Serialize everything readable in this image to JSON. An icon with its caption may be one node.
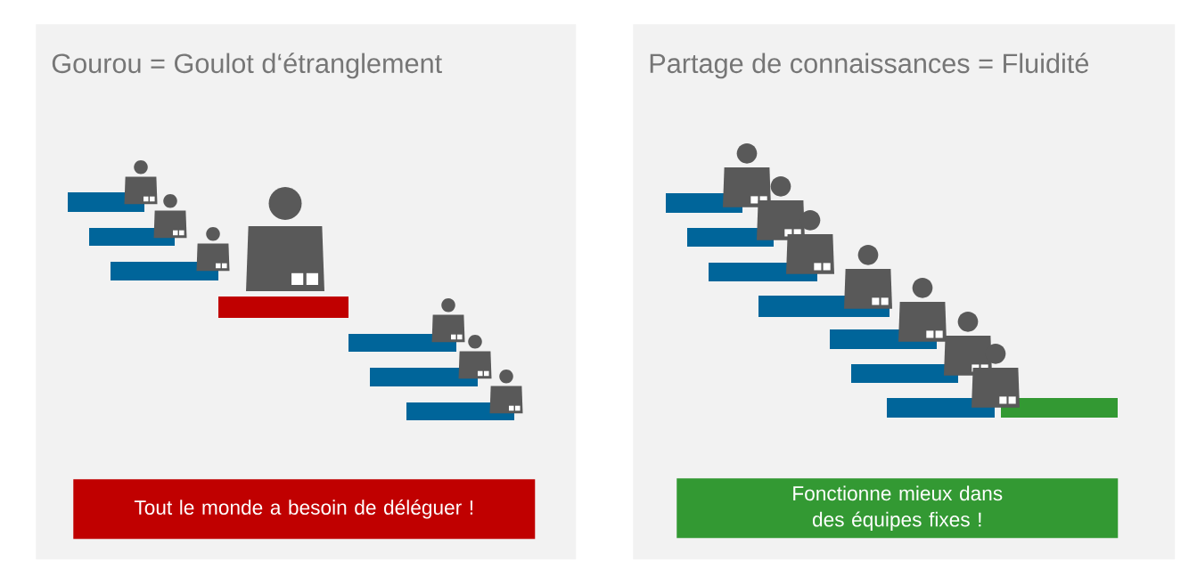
{
  "diagram": {
    "nodes": [
      {
        "text": [
          "Gourou = Goulot d‘étranglement"
        ]
      },
      {
        "text": [
          "Tout le monde a besoin de déléguer !"
        ],
        "in": 0
      },
      {
        "text": [
          "Partage de connaissances = Fluidité"
        ]
      },
      {
        "text": [
          "Fonctionne mieux dans des équipes fixes !"
        ],
        "in": 2
      }
    ]
  }
}
